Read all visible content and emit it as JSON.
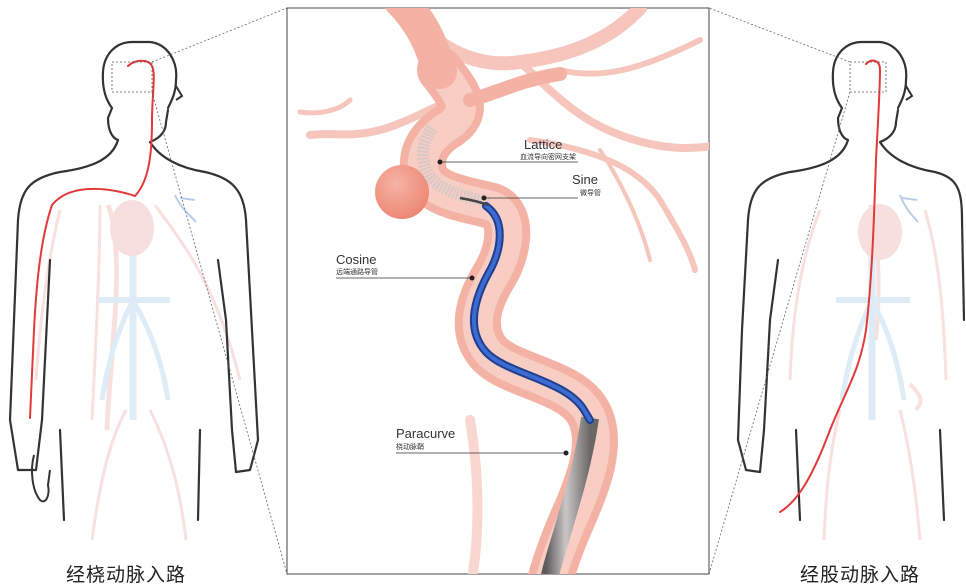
{
  "captions": {
    "left": "经桡动脉入路",
    "right": "经股动脉入路"
  },
  "devices": {
    "lattice": {
      "name": "Lattice",
      "desc": "血流导向密网支架"
    },
    "sine": {
      "name": "Sine",
      "desc": "微导管"
    },
    "cosine": {
      "name": "Cosine",
      "desc": "远端通路导管"
    },
    "paracurve": {
      "name": "Paracurve",
      "desc": "桡动脉鞘"
    }
  },
  "colors": {
    "vessel": "#f6b9ae",
    "vessel_edge": "#ee9a8d",
    "aneurysm": "#f19583",
    "route": "#e23a3a",
    "catheter_blue": "#2f56b8",
    "sheath": "#8d8a8a",
    "vein": "#c3ddf1",
    "outline": "#333333"
  }
}
